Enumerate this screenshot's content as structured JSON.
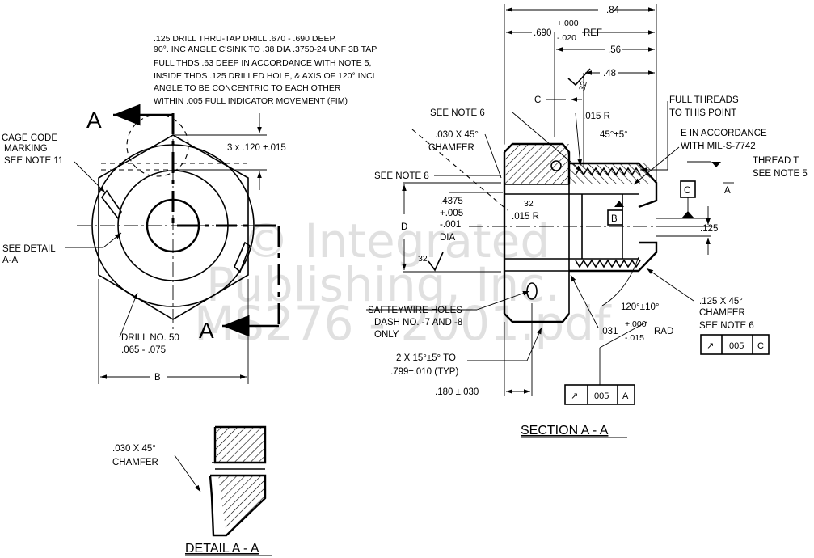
{
  "notes": {
    "drill_note": [
      ".125 DRILL THRU-TAP DRILL .670 - .690 DEEP,",
      "90°. INC ANGLE C'SINK TO .38 DIA .3750-24 UNF 3B TAP",
      "FULL THDS .63 DEEP IN ACCORDANCE WITH NOTE 5,",
      "INSIDE THDS .125 DRILLED HOLE, & AXIS OF 120° INCL",
      "ANGLE TO BE CONCENTRIC TO EACH OTHER",
      "WITHIN .005 FULL INDICATOR MOVEMENT (FIM)"
    ],
    "cage_code": [
      "CAGE CODE",
      "MARKING",
      "SEE NOTE 11"
    ],
    "see_detail": [
      "SEE DETAIL",
      "A-A"
    ],
    "drill_no50": [
      "DRILL NO. 50",
      ".065 - .075"
    ],
    "three_x": "3 x .120 ±.015",
    "b_label": "B",
    "section_arrow_letter": "A",
    "see_note_8": "SEE NOTE 8",
    "see_note_6": "SEE NOTE 6",
    "chamfer_030": [
      ".030 X 45°",
      "CHAMFER"
    ],
    "d_label": "D",
    "dia_4375": [
      ".4375",
      "+.005",
      "-.001",
      "DIA"
    ],
    "finish_32": "32",
    "r015_left": ".015 R",
    "safety_wire": [
      "SAFTEYWIRE HOLES",
      "DASH NO. -7 AND -8",
      "ONLY"
    ],
    "two_x": [
      "2 X 15°±5° TO",
      ".799±.010 (TYP)"
    ],
    "dim_180": ".180 ±.030",
    "dim_84": ".84",
    "dim_690": [
      ".690",
      "+.000",
      "-.020",
      "REF"
    ],
    "dim_56": ".56",
    "dim_48": ".48",
    "c_label": "C",
    "r015_top": ".015 R",
    "angle_45": "45°±5°",
    "full_threads": [
      "FULL THREADS",
      "TO THIS POINT"
    ],
    "e_note": [
      "E IN ACCORDANCE",
      "WITH MIL-S-7742"
    ],
    "thread_t": [
      "THREAD T",
      "SEE NOTE 5"
    ],
    "datum_c": "C",
    "datum_a": "A",
    "datum_b": "B",
    "dim_125": ".125",
    "angle_120": "120°±10°",
    "rad_031": [
      ".031",
      "+.000",
      "-.015",
      "RAD"
    ],
    "chamfer_125": [
      ".125 X 45°",
      "CHAMFER",
      "SEE NOTE 6"
    ],
    "fcf_right": [
      "↗",
      ".005",
      "C"
    ],
    "fcf_bottom": [
      "↗",
      ".005",
      "A"
    ],
    "section_title": "SECTION A - A",
    "detail_title": "DETAIL A - A",
    "detail_chamfer": [
      ".030 X 45°",
      "CHAMFER"
    ],
    "watermark": [
      "© Integrated",
      "Publishing, Inc.",
      "MS276 - 2001.pdf"
    ]
  }
}
